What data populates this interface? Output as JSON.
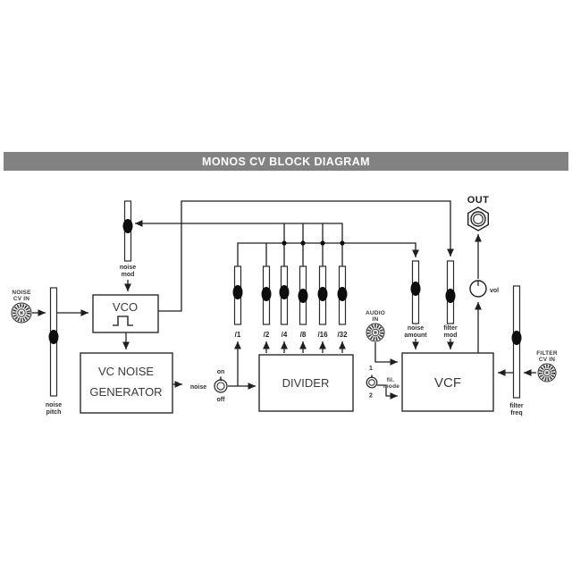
{
  "title": "MONOS CV  BLOCK DIAGRAM",
  "colors": {
    "title_bar": "#828282",
    "title_text": "#ffffff",
    "line": "#1f1f1f",
    "background": "#ffffff"
  },
  "blocks": {
    "vco": {
      "label": "VCO",
      "waveform_icon": "square-wave"
    },
    "noise_generator": {
      "label_line1": "VC NOISE",
      "label_line2": "GENERATOR"
    },
    "divider": {
      "label": "DIVIDER"
    },
    "vcf": {
      "label": "VCF"
    }
  },
  "jacks": {
    "noise_cv_in": {
      "label_line1": "NOISE",
      "label_line2": "CV IN"
    },
    "audio_in": {
      "label_line1": "AUDIO",
      "label_line2": "IN"
    },
    "filter_cv_in": {
      "label_line1": "FILTER",
      "label_line2": "CV IN"
    },
    "out": {
      "label": "OUT"
    }
  },
  "sliders": {
    "noise_pitch": {
      "label_line1": "noise",
      "label_line2": "pitch"
    },
    "noise_mod": {
      "label_line1": "noise",
      "label_line2": "mod"
    },
    "noise_amount": {
      "label_line1": "noise",
      "label_line2": "amount"
    },
    "filter_mod": {
      "label_line1": "filter",
      "label_line2": "mod"
    },
    "filter_freq": {
      "label_line1": "filter",
      "label_line2": "freq"
    }
  },
  "divider_outputs": [
    "/1",
    "/2",
    "/4",
    "/8",
    "/16",
    "/32"
  ],
  "switches": {
    "noise_switch": {
      "on": "on",
      "off": "off",
      "label": "noise"
    },
    "filter_mode_switch": {
      "pos_top": "1",
      "pos_bottom": "2",
      "label_line1": "fil.",
      "label_line2": "mode"
    }
  },
  "knobs": {
    "vol": {
      "label": "vol"
    }
  }
}
